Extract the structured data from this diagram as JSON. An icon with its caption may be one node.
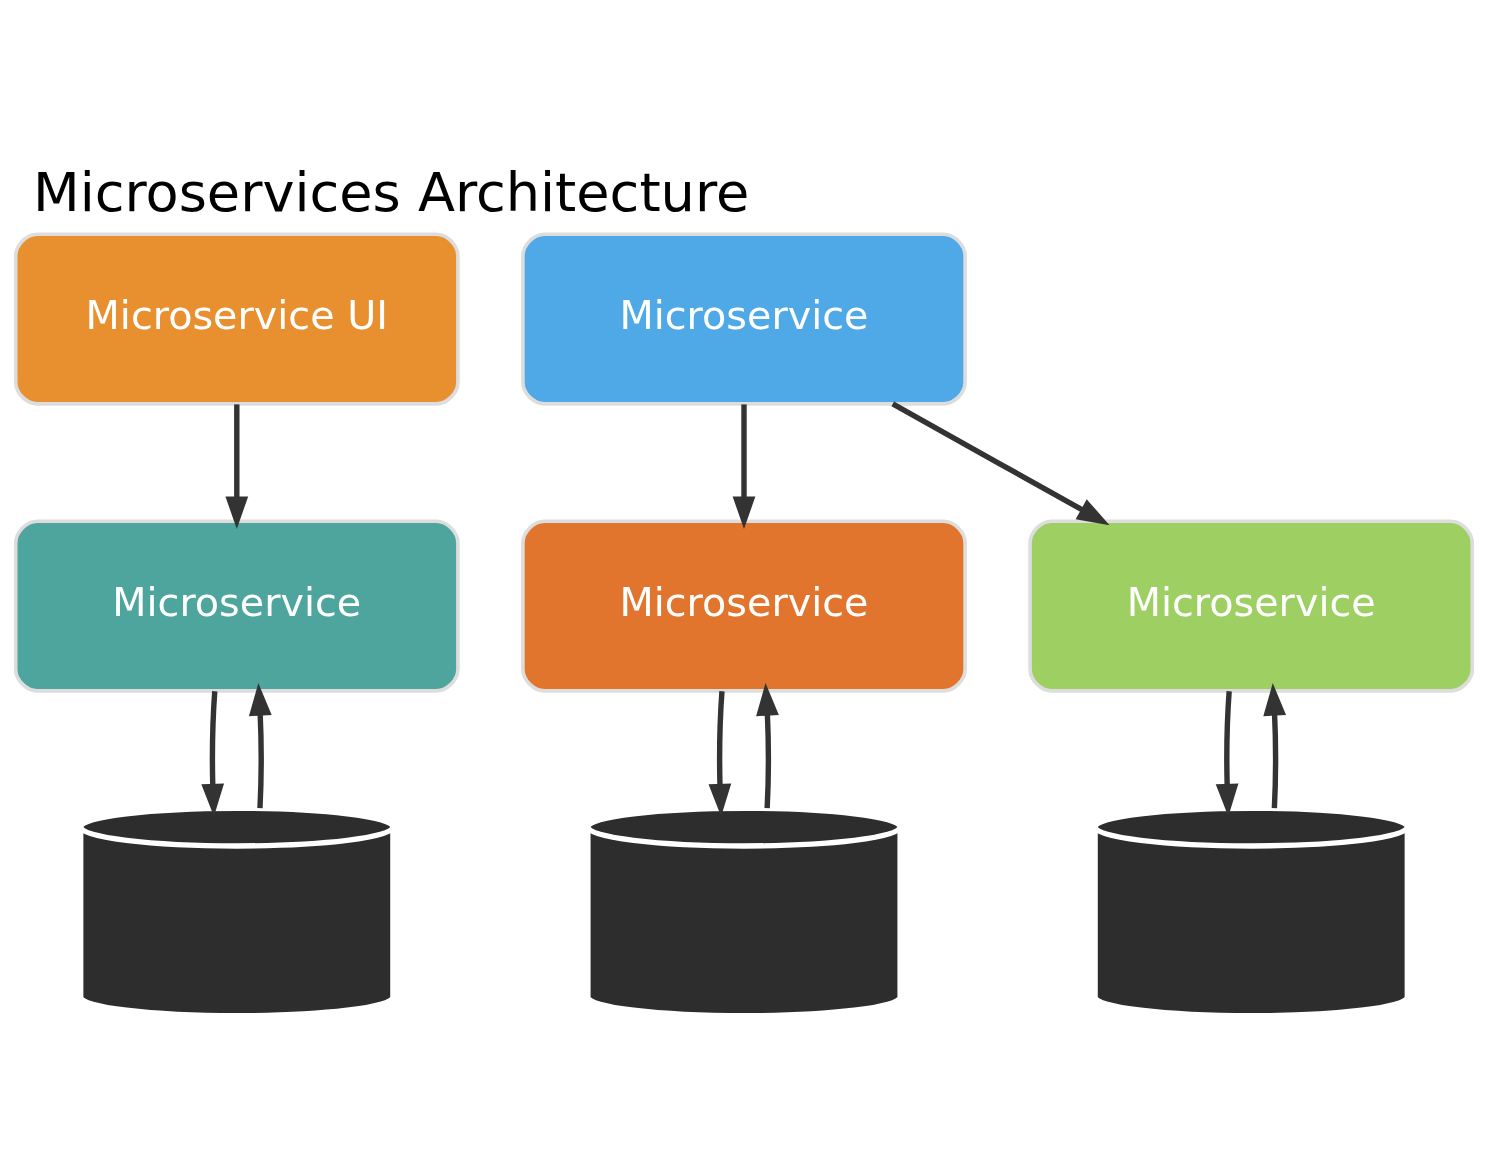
{
  "diagram": {
    "title": "Microservices Architecture",
    "nodes": [
      {
        "text": [
          "Microservice UI"
        ]
      },
      {
        "text": [
          "Microservice"
        ]
      },
      {
        "text": [
          "Microservice"
        ]
      },
      {
        "text": [
          "Microservice"
        ]
      },
      {
        "text": [
          "Microservice"
        ]
      },
      {
        "text": [],
        "shape": "cylinder"
      },
      {
        "text": [],
        "shape": "cylinder"
      },
      {
        "text": [],
        "shape": "cylinder"
      }
    ],
    "edges": [
      {
        "from": 0,
        "to": 2,
        "arrow": "to"
      },
      {
        "from": 1,
        "to": 3,
        "arrow": "to"
      },
      {
        "from": 1,
        "to": 4,
        "arrow": "to"
      },
      {
        "from": 2,
        "to": 5,
        "arrow": "to"
      },
      {
        "from": 5,
        "to": 2,
        "arrow": "to"
      },
      {
        "from": 3,
        "to": 6,
        "arrow": "to"
      },
      {
        "from": 6,
        "to": 3,
        "arrow": "to"
      },
      {
        "from": 4,
        "to": 7,
        "arrow": "to"
      },
      {
        "from": 7,
        "to": 4,
        "arrow": "to"
      }
    ]
  }
}
